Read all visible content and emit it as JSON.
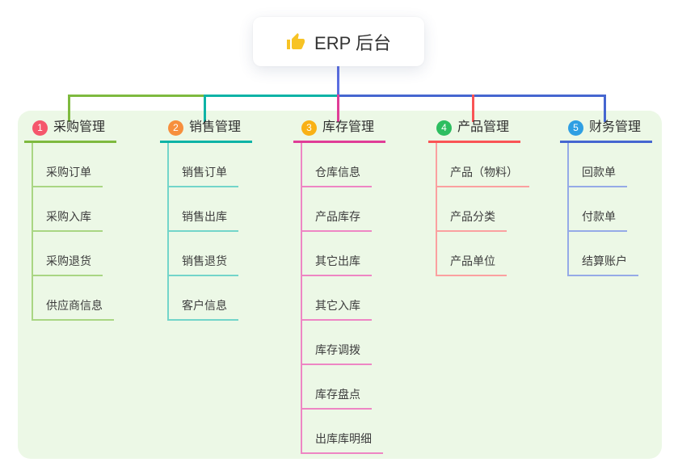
{
  "root": {
    "label": "ERP 后台",
    "icon": "thumbs-up-icon",
    "icon_color": "#f7c325",
    "card_bg": "#ffffff"
  },
  "colors": {
    "page_bg": "#ffffff",
    "panel_bg": "#ecf8e6",
    "root_trunk": "#5b6ee1",
    "text": "#3d3d3d"
  },
  "branches": [
    {
      "index": "1",
      "label": "采购管理",
      "badge_color": "#f5576c",
      "line_color": "#7eba3f",
      "sub_line_color": "#a9d683",
      "items": [
        "采购订单",
        "采购入库",
        "采购退货",
        "供应商信息"
      ]
    },
    {
      "index": "2",
      "label": "销售管理",
      "badge_color": "#f78f3d",
      "line_color": "#0db3a6",
      "sub_line_color": "#73d5ca",
      "items": [
        "销售订单",
        "销售出库",
        "销售退货",
        "客户信息"
      ]
    },
    {
      "index": "3",
      "label": "库存管理",
      "badge_color": "#f9b115",
      "line_color": "#e03d97",
      "sub_line_color": "#ee86c4",
      "items": [
        "仓库信息",
        "产品库存",
        "其它出库",
        "其它入库",
        "库存调拨",
        "库存盘点",
        "出库库明细"
      ]
    },
    {
      "index": "4",
      "label": "产品管理",
      "badge_color": "#2dbe60",
      "line_color": "#f95455",
      "sub_line_color": "#fba0a0",
      "items": [
        "产品（物料）",
        "产品分类",
        "产品单位"
      ]
    },
    {
      "index": "5",
      "label": "财务管理",
      "badge_color": "#2f9fe3",
      "line_color": "#4566d0",
      "sub_line_color": "#95aae7",
      "items": [
        "回款单",
        "付款单",
        "结算账户"
      ]
    }
  ]
}
